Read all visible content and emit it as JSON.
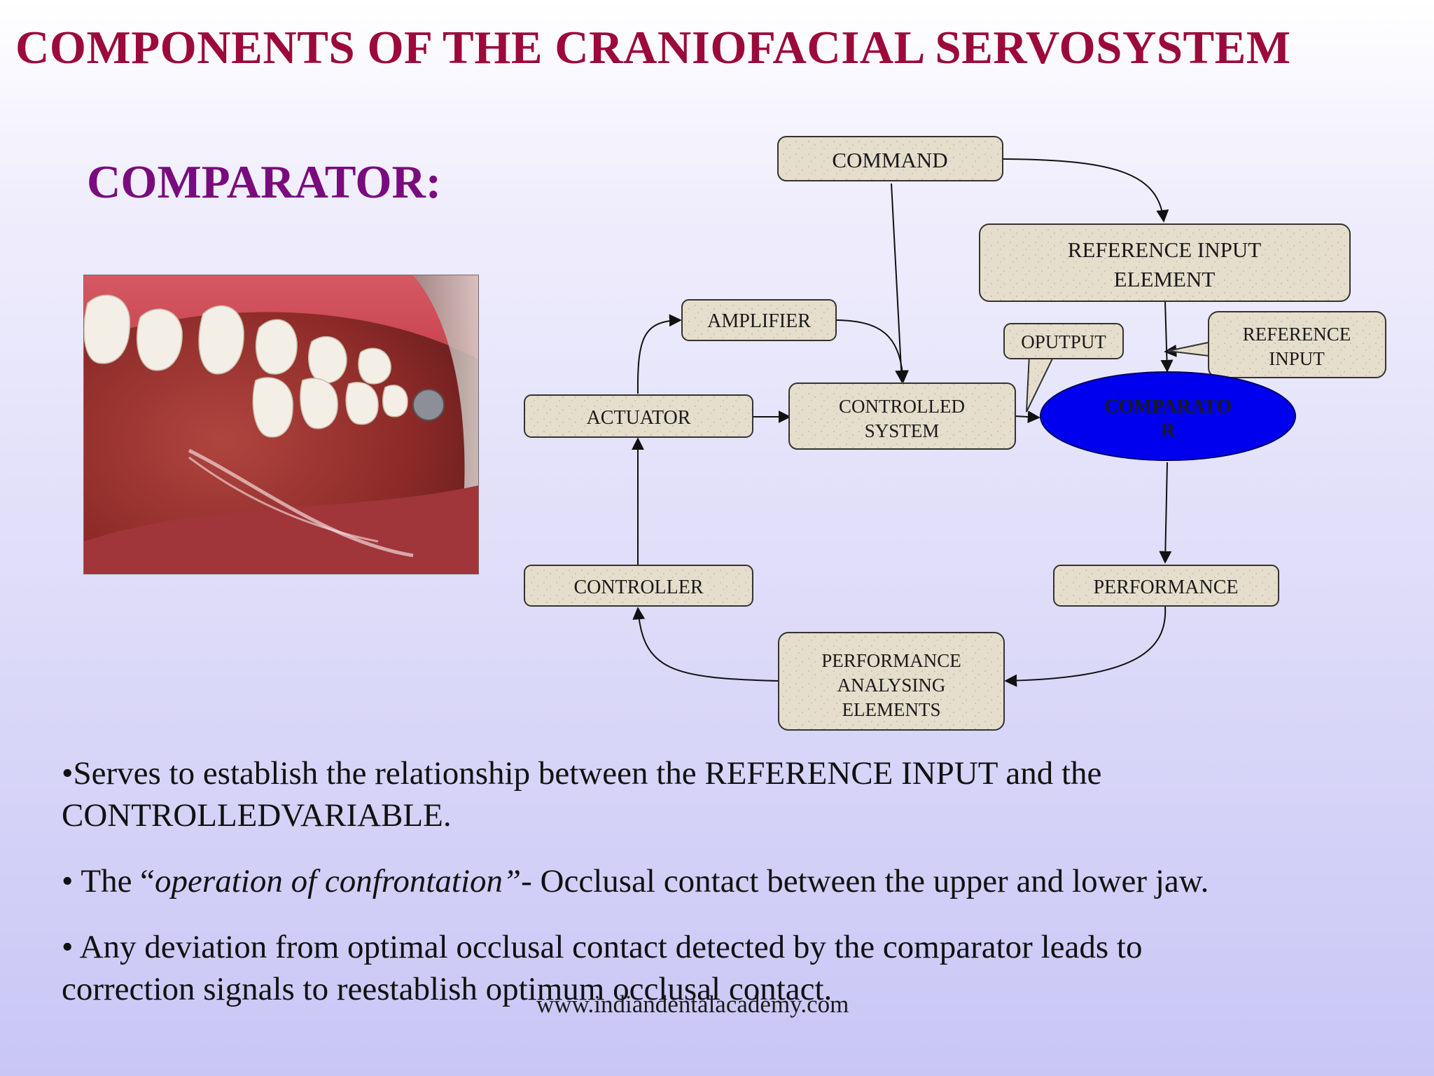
{
  "slide": {
    "title": "COMPONENTS OF THE  CRANIOFACIAL SERVOSYSTEM",
    "subtitle": "COMPARATOR:",
    "footer": "www.indiandentalacademy.com",
    "colors": {
      "title": "#9b0a3a",
      "subtitle": "#7a0b7e",
      "comparator_fill": "#0000ee",
      "box_fill": "#e8e0d0"
    }
  },
  "diagram": {
    "nodes": {
      "command": [
        "COMMAND"
      ],
      "reference_input_element": [
        "REFERENCE INPUT",
        "ELEMENT"
      ],
      "amplifier": [
        "AMPLIFIER"
      ],
      "oputput": [
        "OPUTPUT"
      ],
      "reference_input": [
        "REFERENCE",
        "INPUT"
      ],
      "actuator": [
        "ACTUATOR"
      ],
      "controlled_system": [
        "CONTROLLED",
        "SYSTEM"
      ],
      "comparator": [
        "COMPARATO",
        "R"
      ],
      "controller": [
        "CONTROLLER"
      ],
      "performance": [
        "PERFORMANCE"
      ],
      "performance_analysing": [
        "PERFORMANCE",
        "ANALYSING",
        "ELEMENTS"
      ]
    }
  },
  "bullets": {
    "b1_line1": "•Serves to establish the relationship between the REFERENCE INPUT and the",
    "b1_line2": "CONTROLLEDVARIABLE.",
    "b2_prefix": "• The “",
    "b2_em": "operation of confrontation”",
    "b2_rest": "- Occlusal contact between the upper and lower jaw.",
    "b3_line1": "• Any deviation from optimal occlusal contact detected by the comparator leads to",
    "b3_line2": "correction signals to reestablish optimum occlusal contact."
  }
}
